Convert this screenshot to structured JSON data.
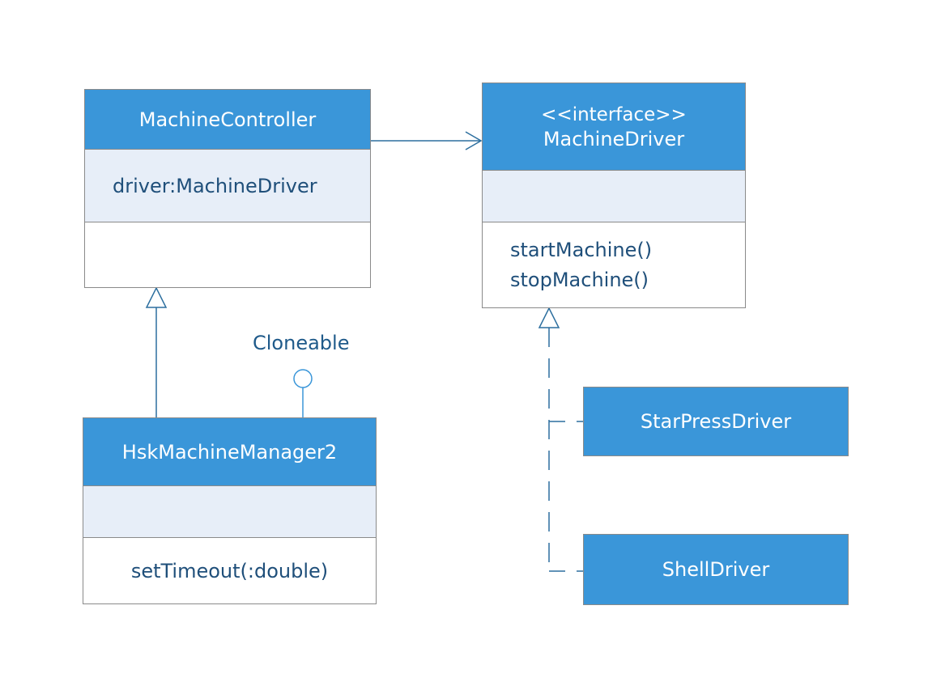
{
  "classes": {
    "machine_controller": {
      "name": "MachineController",
      "attributes": [
        "driver:MachineDriver"
      ],
      "operations": []
    },
    "machine_driver": {
      "stereotype": "<<interface>>",
      "name": "MachineDriver",
      "attributes": [],
      "operations": [
        "startMachine()",
        "stopMachine()"
      ]
    },
    "hsk_machine_manager": {
      "name": "HskMachineManager2",
      "attributes": [],
      "operations": [
        "setTimeout(:double)"
      ]
    },
    "star_press_driver": {
      "name": "StarPressDriver"
    },
    "shell_driver": {
      "name": "ShellDriver"
    }
  },
  "interfaces": {
    "cloneable": "Cloneable"
  },
  "colors": {
    "header_fill": "#3a96d9",
    "attribute_fill": "#e7eef8",
    "border": "#8a8a8a",
    "text_dark": "#1f4f7a",
    "connector": "#2d6f9f"
  }
}
